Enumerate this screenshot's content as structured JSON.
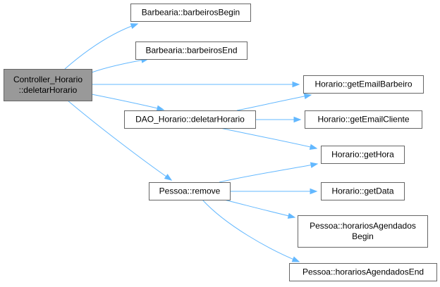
{
  "nodes": [
    {
      "id": "controller",
      "lines": [
        "Controller_Horario",
        "::deletarHorario"
      ],
      "root": true
    },
    {
      "id": "barbeirosBegin",
      "lines": [
        "Barbearia::barbeirosBegin"
      ]
    },
    {
      "id": "barbeirosEnd",
      "lines": [
        "Barbearia::barbeirosEnd"
      ]
    },
    {
      "id": "getEmailBarbeiro",
      "lines": [
        "Horario::getEmailBarbeiro"
      ]
    },
    {
      "id": "daoDeletar",
      "lines": [
        "DAO_Horario::deletarHorario"
      ]
    },
    {
      "id": "getEmailCliente",
      "lines": [
        "Horario::getEmailCliente"
      ]
    },
    {
      "id": "getHora",
      "lines": [
        "Horario::getHora"
      ]
    },
    {
      "id": "pessoaRemove",
      "lines": [
        "Pessoa::remove"
      ]
    },
    {
      "id": "getData",
      "lines": [
        "Horario::getData"
      ]
    },
    {
      "id": "agendadosBegin",
      "lines": [
        "Pessoa::horariosAgendados",
        "Begin"
      ]
    },
    {
      "id": "agendadosEnd",
      "lines": [
        "Pessoa::horariosAgendadosEnd"
      ]
    }
  ],
  "edges": [
    {
      "from": "controller",
      "to": "barbeirosBegin"
    },
    {
      "from": "controller",
      "to": "barbeirosEnd"
    },
    {
      "from": "controller",
      "to": "getEmailBarbeiro"
    },
    {
      "from": "controller",
      "to": "daoDeletar"
    },
    {
      "from": "controller",
      "to": "pessoaRemove"
    },
    {
      "from": "daoDeletar",
      "to": "getEmailBarbeiro"
    },
    {
      "from": "daoDeletar",
      "to": "getEmailCliente"
    },
    {
      "from": "daoDeletar",
      "to": "getHora"
    },
    {
      "from": "pessoaRemove",
      "to": "getHora"
    },
    {
      "from": "pessoaRemove",
      "to": "getData"
    },
    {
      "from": "pessoaRemove",
      "to": "agendadosBegin"
    },
    {
      "from": "pessoaRemove",
      "to": "agendadosEnd"
    }
  ],
  "colors": {
    "edge": "#63b8ff",
    "node_border": "#666666",
    "root_fill": "#999999",
    "node_fill": "#ffffff",
    "text": "#000000"
  }
}
